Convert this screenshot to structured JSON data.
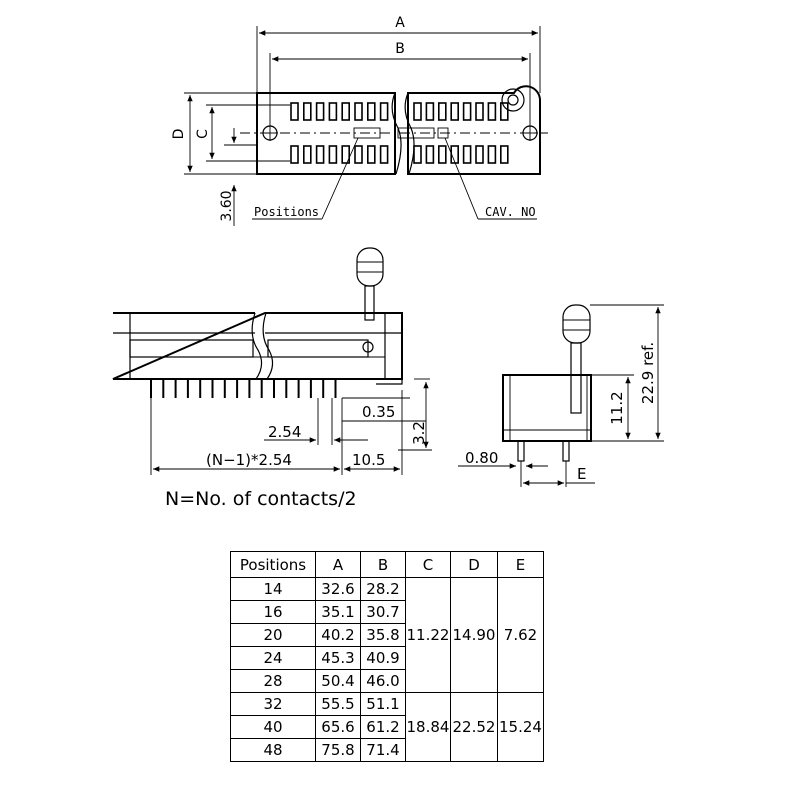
{
  "top_view": {
    "dim_a": "A",
    "dim_b": "B",
    "dim_c": "C",
    "dim_d": "D",
    "dim_360": "3.60",
    "label_positions": "Positions",
    "label_cav": "CAV. NO"
  },
  "front_view": {
    "dim_035": "0.35",
    "dim_254": "2.54",
    "dim_32": "3.2",
    "dim_formula": "(N−1)*2.54",
    "dim_105": "10.5",
    "note": "N=No. of contacts/2"
  },
  "side_view": {
    "dim_080": "0.80",
    "dim_e": "E",
    "dim_112": "11.2",
    "dim_229": "22.9 ref."
  },
  "table": {
    "headers": [
      "Positions",
      "A",
      "B",
      "C",
      "D",
      "E"
    ],
    "rows": [
      {
        "positions": "14",
        "a": "32.6",
        "b": "28.2"
      },
      {
        "positions": "16",
        "a": "35.1",
        "b": "30.7"
      },
      {
        "positions": "20",
        "a": "40.2",
        "b": "35.8"
      },
      {
        "positions": "24",
        "a": "45.3",
        "b": "40.9"
      },
      {
        "positions": "28",
        "a": "50.4",
        "b": "46.0"
      },
      {
        "positions": "32",
        "a": "55.5",
        "b": "51.1"
      },
      {
        "positions": "40",
        "a": "65.6",
        "b": "61.2"
      },
      {
        "positions": "48",
        "a": "75.8",
        "b": "71.4"
      }
    ],
    "group1": {
      "c": "11.22",
      "d": "14.90",
      "e": "7.62"
    },
    "group2": {
      "c": "18.84",
      "d": "22.52",
      "e": "15.24"
    }
  }
}
